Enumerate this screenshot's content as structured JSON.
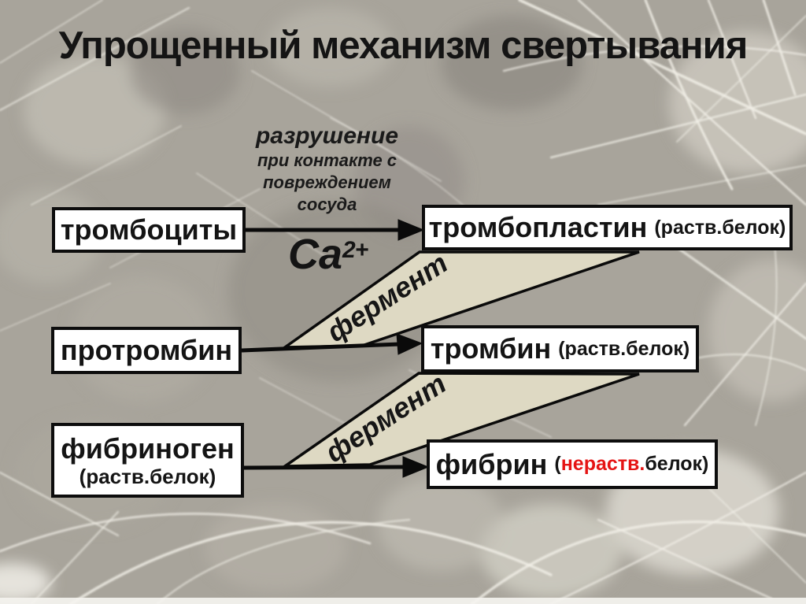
{
  "title": "Упрощенный механизм свертывания",
  "boxes": {
    "platelets": {
      "label": "тромбоциты"
    },
    "thromboplastin": {
      "label": "тромбопластин",
      "note": "(раств.белок)"
    },
    "prothrombin": {
      "label": "протромбин"
    },
    "thrombin": {
      "label": "тромбин",
      "note": "(раств.белок)"
    },
    "fibrinogen": {
      "label": "фибриноген",
      "note": "(раств.белок)"
    },
    "fibrin": {
      "label": "фибрин",
      "note_open": "(",
      "note_red": "нераств.",
      "note_rest": "белок)"
    }
  },
  "annotations": {
    "destruction": {
      "line1": "разрушение",
      "line2": "при контакте с",
      "line3": "повреждением",
      "line4": "сосуда"
    },
    "calcium": {
      "base": "Ca",
      "sup": "2+"
    },
    "enzyme_top": "фермент",
    "enzyme_bottom": "фермент"
  },
  "colors": {
    "enzyme_band_fill": "#ded9c3",
    "insoluble_red": "#e51414",
    "box_border": "#0d0d0d",
    "box_background": "#ffffff",
    "background_gray": "#a8a49b"
  }
}
